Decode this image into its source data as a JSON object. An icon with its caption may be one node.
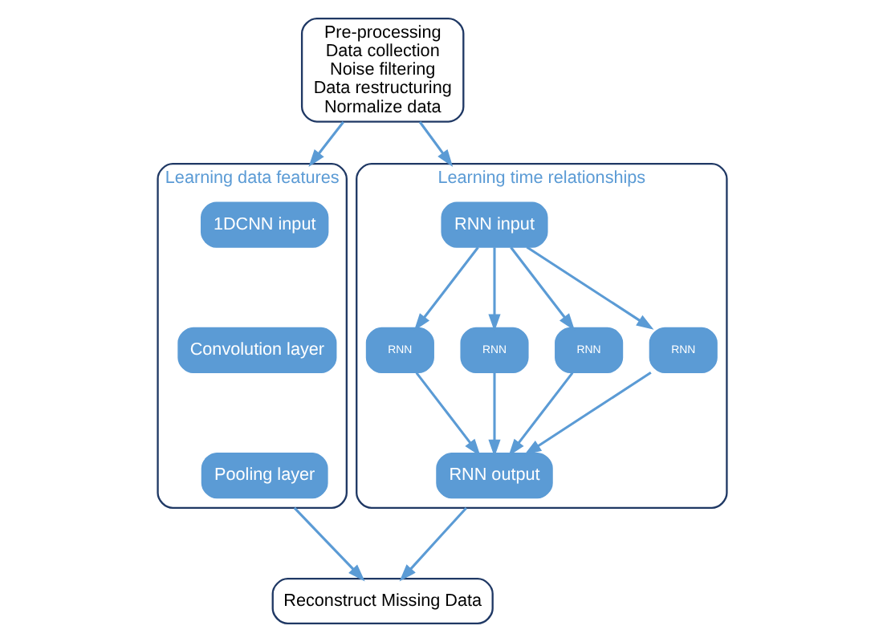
{
  "diagram": {
    "nodes": [
      {
        "text": [
          "Pre-processing",
          "Data collection",
          "Noise filtering",
          "Data restructuring",
          "Normalize data"
        ]
      },
      {
        "text": [
          "Learning data features"
        ]
      },
      {
        "text": [
          "1DCNN input"
        ],
        "in": 1
      },
      {
        "text": [
          "Convolution layer"
        ],
        "in": 1
      },
      {
        "text": [
          "Pooling layer"
        ],
        "in": 1
      },
      {
        "text": [
          "Learning time relationships"
        ]
      },
      {
        "text": [
          "RNN input"
        ],
        "in": 5
      },
      {
        "text": [
          "RNN"
        ],
        "in": 5
      },
      {
        "text": [
          "RNN"
        ],
        "in": 5
      },
      {
        "text": [
          "RNN"
        ],
        "in": 5
      },
      {
        "text": [
          "RNN"
        ],
        "in": 5
      },
      {
        "text": [
          "RNN output"
        ],
        "in": 5
      },
      {
        "text": [
          "Reconstruct Missing Data"
        ]
      }
    ],
    "edges": [
      {
        "from": 0,
        "to": 1,
        "arrow": "to"
      },
      {
        "from": 0,
        "to": 5,
        "arrow": "to"
      },
      {
        "from": 6,
        "to": 7,
        "arrow": "to"
      },
      {
        "from": 6,
        "to": 8,
        "arrow": "to"
      },
      {
        "from": 6,
        "to": 9,
        "arrow": "to"
      },
      {
        "from": 6,
        "to": 10,
        "arrow": "to"
      },
      {
        "from": 7,
        "to": 11,
        "arrow": "to"
      },
      {
        "from": 8,
        "to": 11,
        "arrow": "to"
      },
      {
        "from": 9,
        "to": 11,
        "arrow": "to"
      },
      {
        "from": 10,
        "to": 11,
        "arrow": "to"
      },
      {
        "from": 1,
        "to": 12,
        "arrow": "to"
      },
      {
        "from": 5,
        "to": 12,
        "arrow": "to"
      }
    ]
  }
}
